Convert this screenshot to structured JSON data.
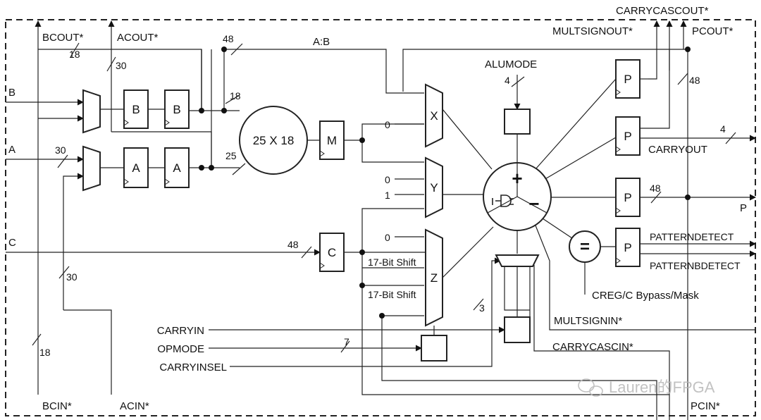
{
  "outputs_top": {
    "carrycascout": "CARRYCASCOUT*",
    "multsignout": "MULTSIGNOUT*",
    "pcout": "PCOUT*",
    "bcout": "BCOUT*",
    "acout": "ACOUT*"
  },
  "inputs_left": {
    "b": "B",
    "a": "A",
    "c": "C"
  },
  "inputs_ctrl": {
    "carryin": "CARRYIN",
    "opmode": "OPMODE",
    "carryinsel": "CARRYINSEL"
  },
  "inputs_bottom": {
    "bcin": "BCIN*",
    "acin": "ACIN*",
    "pcin": "PCIN*"
  },
  "inputs_right": {
    "multsignin": "MULTSIGNIN*",
    "carrycascin": "CARRYCASCIN*"
  },
  "outputs_right": {
    "carryout": "CARRYOUT",
    "p": "P",
    "patterndetect": "PATTERNDETECT",
    "patternbdetect": "PATTERNBDETECT"
  },
  "alumode": "ALUMODE",
  "creg": "CREG/C Bypass/Mask",
  "concat": "A:B",
  "shift1": "17-Bit Shift",
  "shift2": "17-Bit Shift",
  "blocks": {
    "reg_b": "B",
    "reg_a": "A",
    "multiplier": "25 X 18",
    "m": "M",
    "c": "C",
    "p": "P",
    "mux_x": "X",
    "mux_y": "Y",
    "mux_z": "Z",
    "alu_plus": "+",
    "alu_minus": "−",
    "pattern": "="
  },
  "bus_widths": {
    "bcout": "18",
    "acout": "30",
    "ab": "48",
    "mult_b": "18",
    "mult_a": "25",
    "a_in": "30",
    "c_in": "48",
    "alumode": "4",
    "pcout": "48",
    "carryout": "4",
    "p": "48",
    "acin": "30",
    "bcin": "18",
    "opmode": "7",
    "carryinsel": "3"
  },
  "const": {
    "x0": "0",
    "y0": "0",
    "y1": "1",
    "z0": "0"
  },
  "watermark": "Lauren的FPGA",
  "colors": {
    "line": "#222222",
    "background": "#ffffff",
    "watermark": "#b8b8b8"
  }
}
